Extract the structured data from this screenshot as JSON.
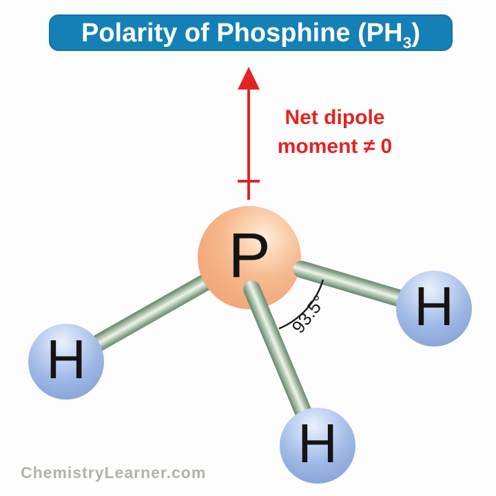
{
  "title": {
    "main": "Polarity of Phosphine (PH",
    "subscript": "3",
    "suffix": ")"
  },
  "dipole": {
    "line1": "Net dipole",
    "line2": "moment ≠ 0",
    "arrow_icon": "up-arrow-with-plus-tail"
  },
  "molecule": {
    "central": {
      "label": "P"
    },
    "hydrogens": [
      {
        "label": "H"
      },
      {
        "label": "H"
      },
      {
        "label": "H"
      }
    ],
    "bond_angle_label": "93.5°"
  },
  "watermark": "ChemistryLearner.com",
  "colors": {
    "banner_blue": "#1480b6",
    "dipole_red": "#e32322",
    "phosphorus_orange": "#f3aa7c",
    "hydrogen_blue": "#8ca8da",
    "bond_green": "#8aa68e",
    "label_black": "#141414",
    "watermark_gray": "#b2b2aa",
    "background": "#fdfdfd"
  }
}
